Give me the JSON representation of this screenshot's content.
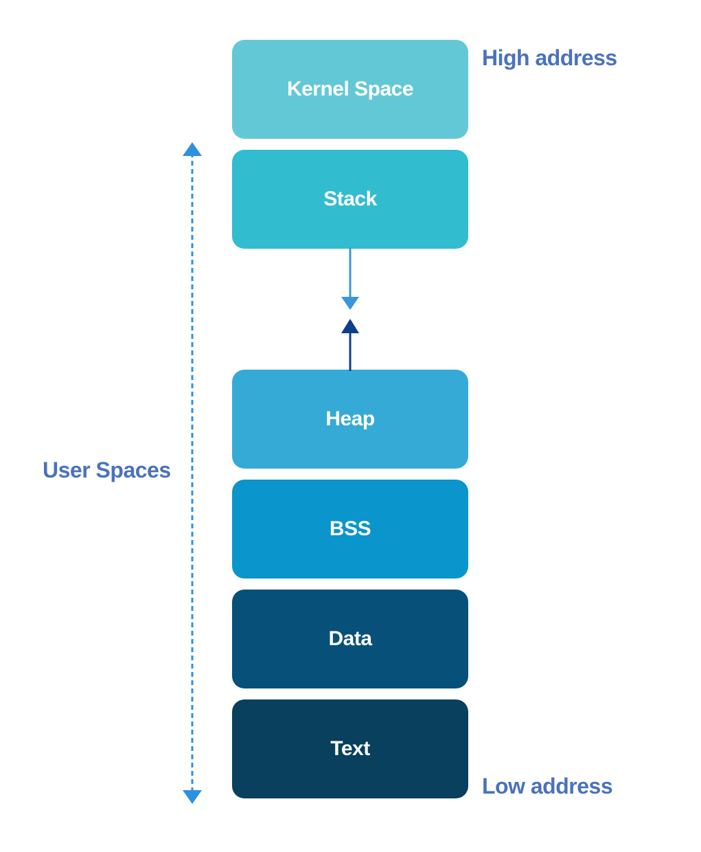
{
  "segments": [
    {
      "id": "kernel",
      "label": "Kernel Space",
      "color": "#63c8d6"
    },
    {
      "id": "stack",
      "label": "Stack",
      "color": "#32bcd0"
    },
    {
      "id": "heap",
      "label": "Heap",
      "color": "#36aad6"
    },
    {
      "id": "bss",
      "label": "BSS",
      "color": "#0a95cc"
    },
    {
      "id": "data",
      "label": "Data",
      "color": "#075079"
    },
    {
      "id": "text",
      "label": "Text",
      "color": "#08405d"
    }
  ],
  "labels": {
    "high_address": "High address",
    "low_address": "Low address",
    "user_spaces": "User Spaces",
    "color": "#4a72bd"
  },
  "arrows": {
    "user_range_color": "#2e90e0",
    "stack_growth_color": "#3a95dc",
    "heap_growth_color": "#0d3f8a"
  }
}
